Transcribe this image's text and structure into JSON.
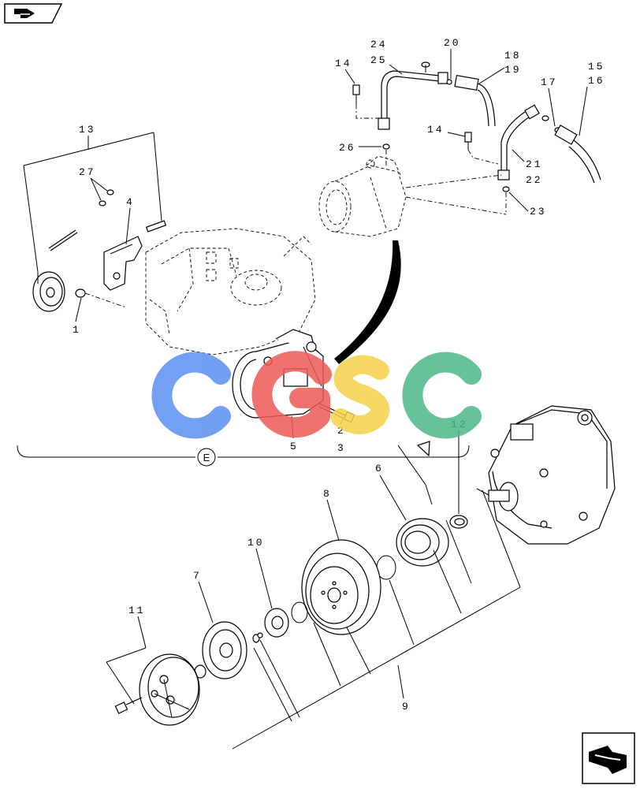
{
  "section_marker": "E",
  "labels": {
    "p1": "1",
    "p2": "2",
    "p3": "3",
    "p4": "4",
    "p5": "5",
    "p6": "6",
    "p7": "7",
    "p8": "8",
    "p9": "9",
    "p10": "10",
    "p11": "11",
    "p12": "12",
    "p13": "13",
    "p14a": "14",
    "p14b": "14",
    "p15": "15",
    "p16": "16",
    "p17": "17",
    "p18": "18",
    "p19": "19",
    "p20": "20",
    "p21": "21",
    "p22": "22",
    "p23": "23",
    "p24": "24",
    "p25": "25",
    "p26": "26",
    "p27": "27"
  },
  "watermark": {
    "letters": [
      "C",
      "G",
      "S",
      "C"
    ],
    "colors": [
      "#5b8ff0",
      "#ee5a55",
      "#f6d24a",
      "#4db888"
    ]
  },
  "nav": {
    "prev_icon": "arrow-page-icon",
    "next_icon": "arrow-page-icon"
  }
}
